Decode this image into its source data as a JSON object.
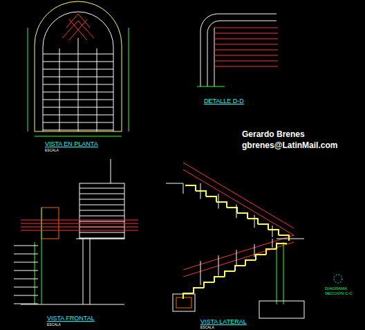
{
  "diagram": {
    "labels": [
      "VISTA EN PLANTA",
      "ESCALA",
      "DETALLE D-D",
      "Gerardo Brenes",
      "gbrenes@LatinMail.com",
      "VISTA FRONTAL",
      "ESCALA",
      "VISTA LATERAL",
      "ESCALA",
      "DIAGRAMA SECCION C-C"
    ]
  }
}
